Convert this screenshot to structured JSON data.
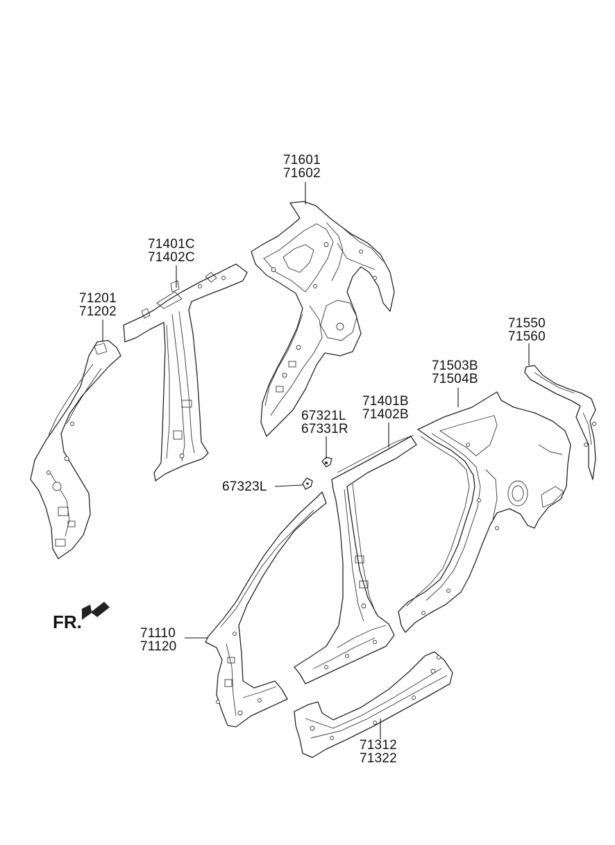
{
  "diagram": {
    "direction_label": "FR.",
    "parts": [
      {
        "id": "p71601",
        "codes": [
          "71601",
          "71602"
        ]
      },
      {
        "id": "p71401c",
        "codes": [
          "71401C",
          "71402C"
        ]
      },
      {
        "id": "p71201",
        "codes": [
          "71201",
          "71202"
        ]
      },
      {
        "id": "p71550",
        "codes": [
          "71550",
          "71560"
        ]
      },
      {
        "id": "p71503b",
        "codes": [
          "71503B",
          "71504B"
        ]
      },
      {
        "id": "p71401b",
        "codes": [
          "71401B",
          "71402B"
        ]
      },
      {
        "id": "p67321",
        "codes": [
          "67321L",
          "67331R"
        ]
      },
      {
        "id": "p67323",
        "codes": [
          "67323L"
        ]
      },
      {
        "id": "p71110",
        "codes": [
          "71110",
          "71120"
        ]
      },
      {
        "id": "p71312",
        "codes": [
          "71312",
          "71322"
        ]
      }
    ]
  }
}
